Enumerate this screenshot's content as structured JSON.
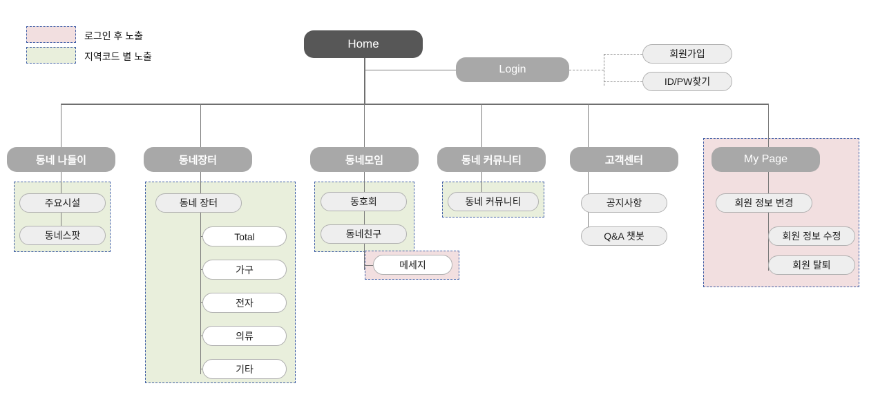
{
  "legend": {
    "items": [
      {
        "label": "로그인 후 노출",
        "color": "#f2dfe0",
        "border": "#3b5ba5"
      },
      {
        "label": "지역코드 별 노출",
        "color": "#e9efdc",
        "border": "#3b5ba5"
      }
    ]
  },
  "diagram": {
    "type": "sitemap",
    "root": {
      "label": "Home",
      "color": "#575757"
    },
    "login": {
      "label": "Login",
      "color": "#a8a8a8"
    },
    "login_children": [
      {
        "label": "회원가입"
      },
      {
        "label": "ID/PW찾기"
      }
    ],
    "branches": [
      {
        "label": "동네 나들이",
        "group": "green",
        "children": [
          {
            "label": "주요시설",
            "style": "gray"
          },
          {
            "label": "동네스팟",
            "style": "gray"
          }
        ]
      },
      {
        "label": "동네장터",
        "group": "green",
        "children": [
          {
            "label": "동네 장터",
            "style": "gray"
          },
          {
            "label": "Total",
            "style": "white"
          },
          {
            "label": "가구",
            "style": "white"
          },
          {
            "label": "전자",
            "style": "white"
          },
          {
            "label": "의류",
            "style": "white"
          },
          {
            "label": "기타",
            "style": "white"
          }
        ]
      },
      {
        "label": "동네모임",
        "group": "green",
        "children": [
          {
            "label": "동호회",
            "style": "gray"
          },
          {
            "label": "동네친구",
            "style": "gray"
          },
          {
            "label": "메세지",
            "style": "white",
            "group": "pink"
          }
        ]
      },
      {
        "label": "동네 커뮤니티",
        "group": "green",
        "children": [
          {
            "label": "동네 커뮤니티",
            "style": "gray"
          }
        ]
      },
      {
        "label": "고객센터",
        "group": "none",
        "children": [
          {
            "label": "공지사항",
            "style": "gray"
          },
          {
            "label": "Q&A 챗봇",
            "style": "gray"
          }
        ]
      },
      {
        "label": "My Page",
        "group": "pink",
        "children": [
          {
            "label": "회원 정보 변경",
            "style": "gray"
          },
          {
            "label": "회원 정보 수정",
            "style": "gray"
          },
          {
            "label": "회원 탈퇴",
            "style": "gray"
          }
        ]
      }
    ]
  }
}
